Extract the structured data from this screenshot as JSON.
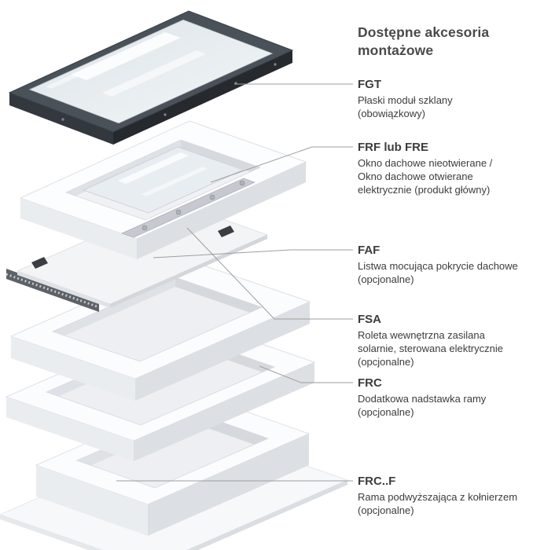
{
  "title": "Dostępne akcesoria montażowe",
  "items": [
    {
      "code": "FGT",
      "description": "Płaski moduł szklany (obowiązkowy)"
    },
    {
      "code": "FRF lub FRE",
      "description": "Okno dachowe nieotwierane / Okno dachowe otwierane elektrycznie (produkt główny)"
    },
    {
      "code": "FAF",
      "description": "Listwa mocująca pokrycie dachowe (opcjonalne)"
    },
    {
      "code": "FSA",
      "description": "Roleta wewnętrzna zasilana solarnie, sterowana elektrycznie (opcjonalne)"
    },
    {
      "code": "FRC",
      "description": "Dodatkowa nadstawka ramy (opcjonalne)"
    },
    {
      "code": "FRC..F",
      "description": "Rama podwyższająca z kołnierzem (opcjonalne)"
    }
  ],
  "diagram": {
    "layers": [
      {
        "name": "flat-glass-module",
        "code": "FGT"
      },
      {
        "name": "roof-window",
        "code": "FRF lub FRE"
      },
      {
        "name": "roof-covering-strip",
        "code": "FAF"
      },
      {
        "name": "roller-blind-frame",
        "code": "FSA"
      },
      {
        "name": "frame-extension",
        "code": "FRC"
      },
      {
        "name": "raised-frame-with-flange",
        "code": "FRC..F"
      }
    ]
  },
  "colors": {
    "text": "#3c3c3c",
    "heading": "#4a4a4a",
    "leader-line": "#9e9e9e",
    "dark-frame": "#4a5158",
    "white-frame": "#fbfcfe"
  }
}
